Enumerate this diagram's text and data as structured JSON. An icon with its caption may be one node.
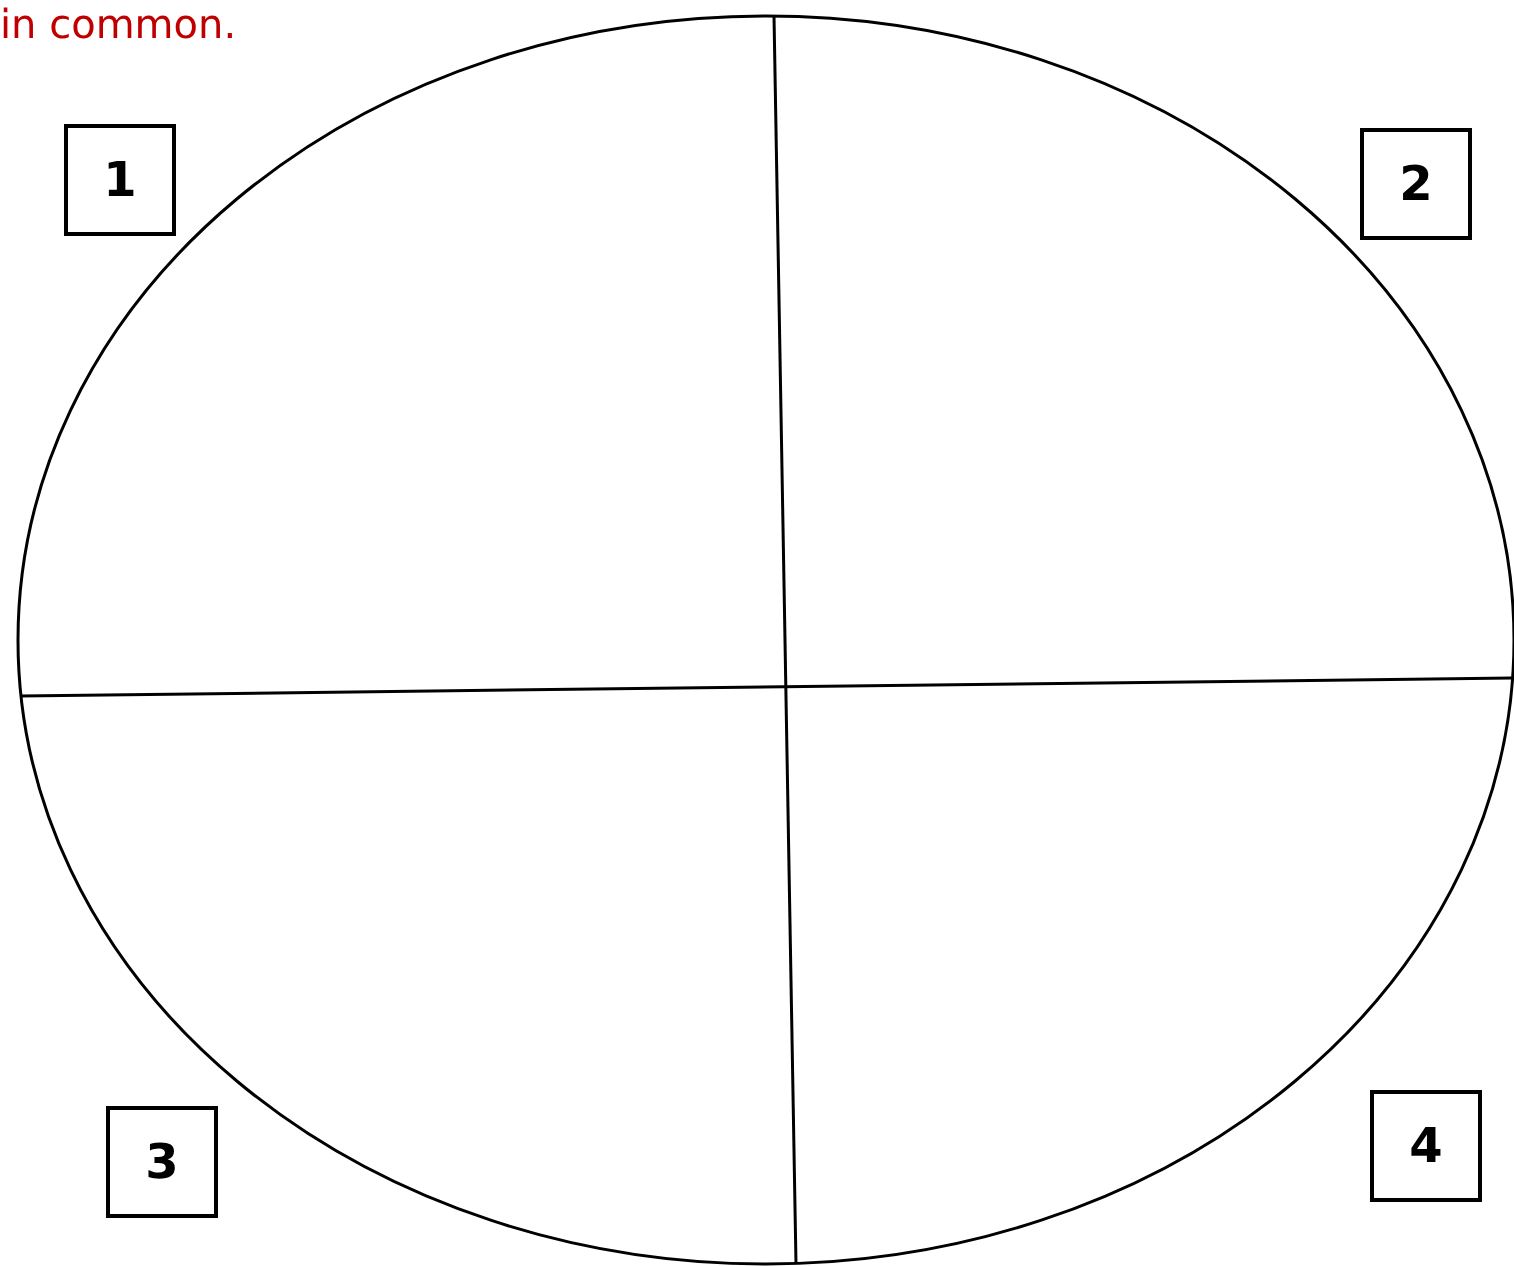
{
  "diagram": {
    "nodes": [
      {
        "text": [
          "1"
        ]
      },
      {
        "text": [
          "2"
        ]
      },
      {
        "text": [
          "3"
        ]
      },
      {
        "text": [
          "4"
        ]
      }
    ],
    "labels": [
      "in common."
    ]
  }
}
